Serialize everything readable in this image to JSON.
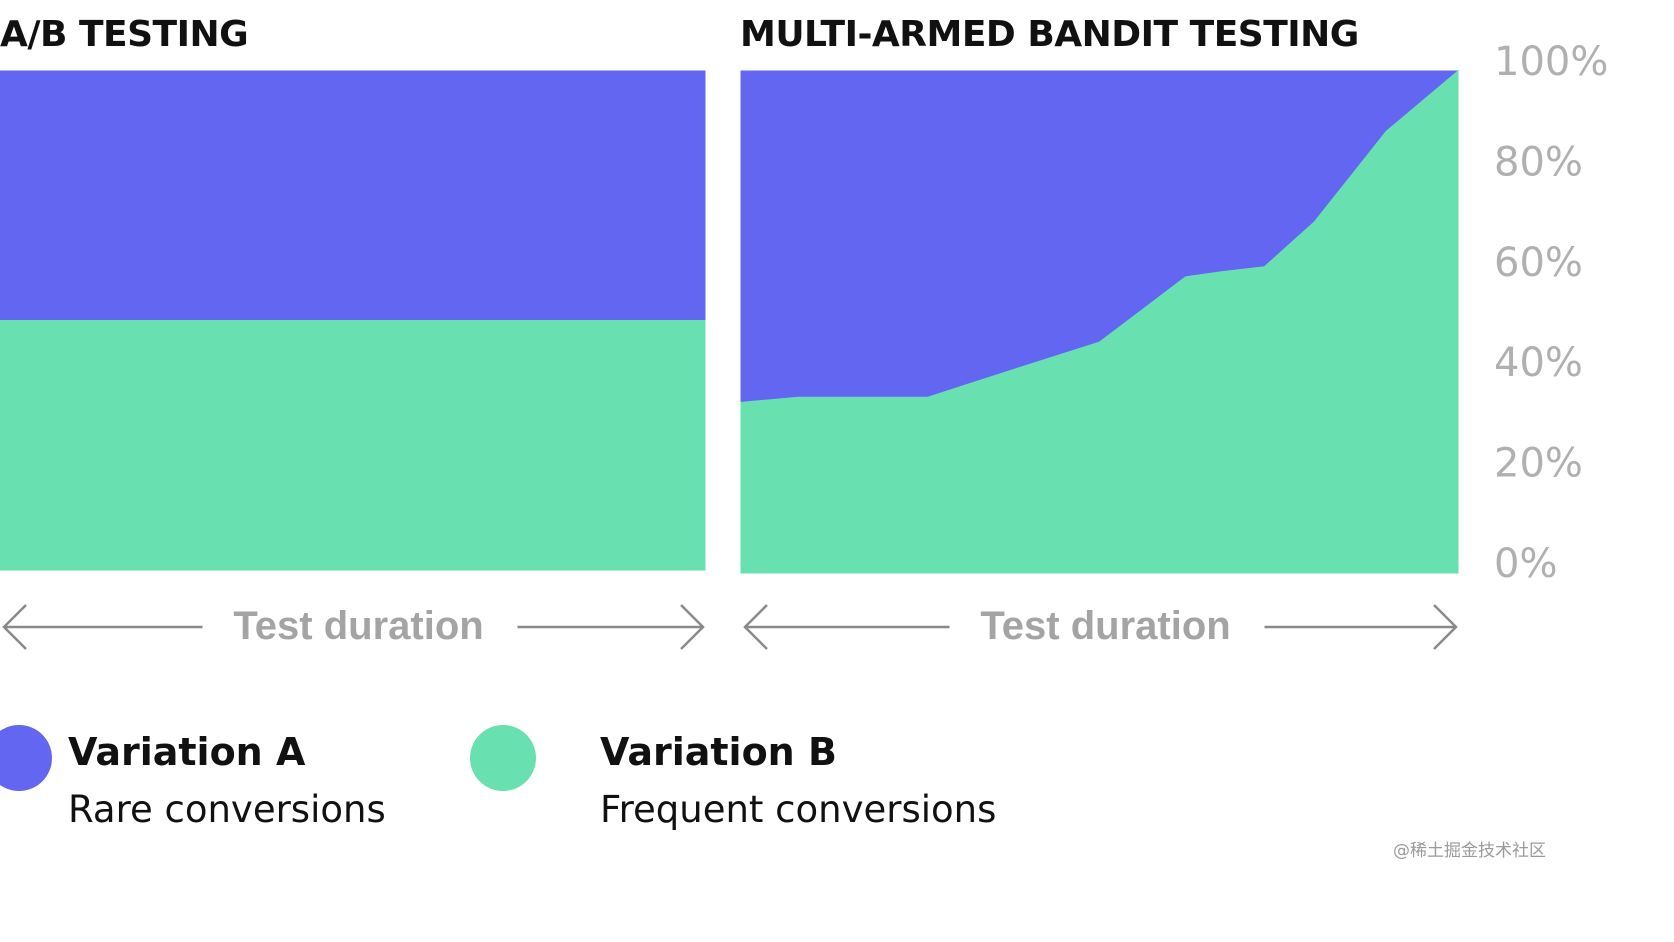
{
  "colors": {
    "variation_a": "#6366f1",
    "variation_b": "#69e0b0",
    "axis_text": "#b0b0b0",
    "arrow": "#8a8a8a"
  },
  "chart_data": [
    {
      "type": "area",
      "stacked": true,
      "normalized": true,
      "title": "A/B TESTING",
      "xlabel": "Test duration",
      "ylabel": "",
      "ylim": [
        0,
        100
      ],
      "x": [
        0,
        100
      ],
      "series": [
        {
          "name": "Variation B",
          "values": [
            50,
            50
          ]
        },
        {
          "name": "Variation A",
          "values": [
            50,
            50
          ]
        }
      ]
    },
    {
      "type": "area",
      "stacked": true,
      "normalized": true,
      "title": "MULTI-ARMED BANDIT TESTING",
      "xlabel": "Test duration",
      "ylabel": "",
      "ylim": [
        0,
        100
      ],
      "y_ticks": [
        "0%",
        "20%",
        "40%",
        "60%",
        "80%",
        "100%"
      ],
      "x": [
        0,
        8,
        26,
        39,
        50,
        62,
        67,
        73,
        80,
        90,
        100
      ],
      "series": [
        {
          "name": "Variation B",
          "values": [
            34,
            35,
            35,
            41,
            46,
            59,
            60,
            61,
            70,
            88,
            100
          ]
        },
        {
          "name": "Variation A",
          "values": [
            66,
            65,
            65,
            59,
            54,
            41,
            40,
            39,
            30,
            12,
            0
          ]
        }
      ]
    }
  ],
  "legend": [
    {
      "name": "Variation A",
      "description": "Rare conversions"
    },
    {
      "name": "Variation B",
      "description": "Frequent conversions"
    }
  ],
  "credit": "@稀土掘金技术社区"
}
